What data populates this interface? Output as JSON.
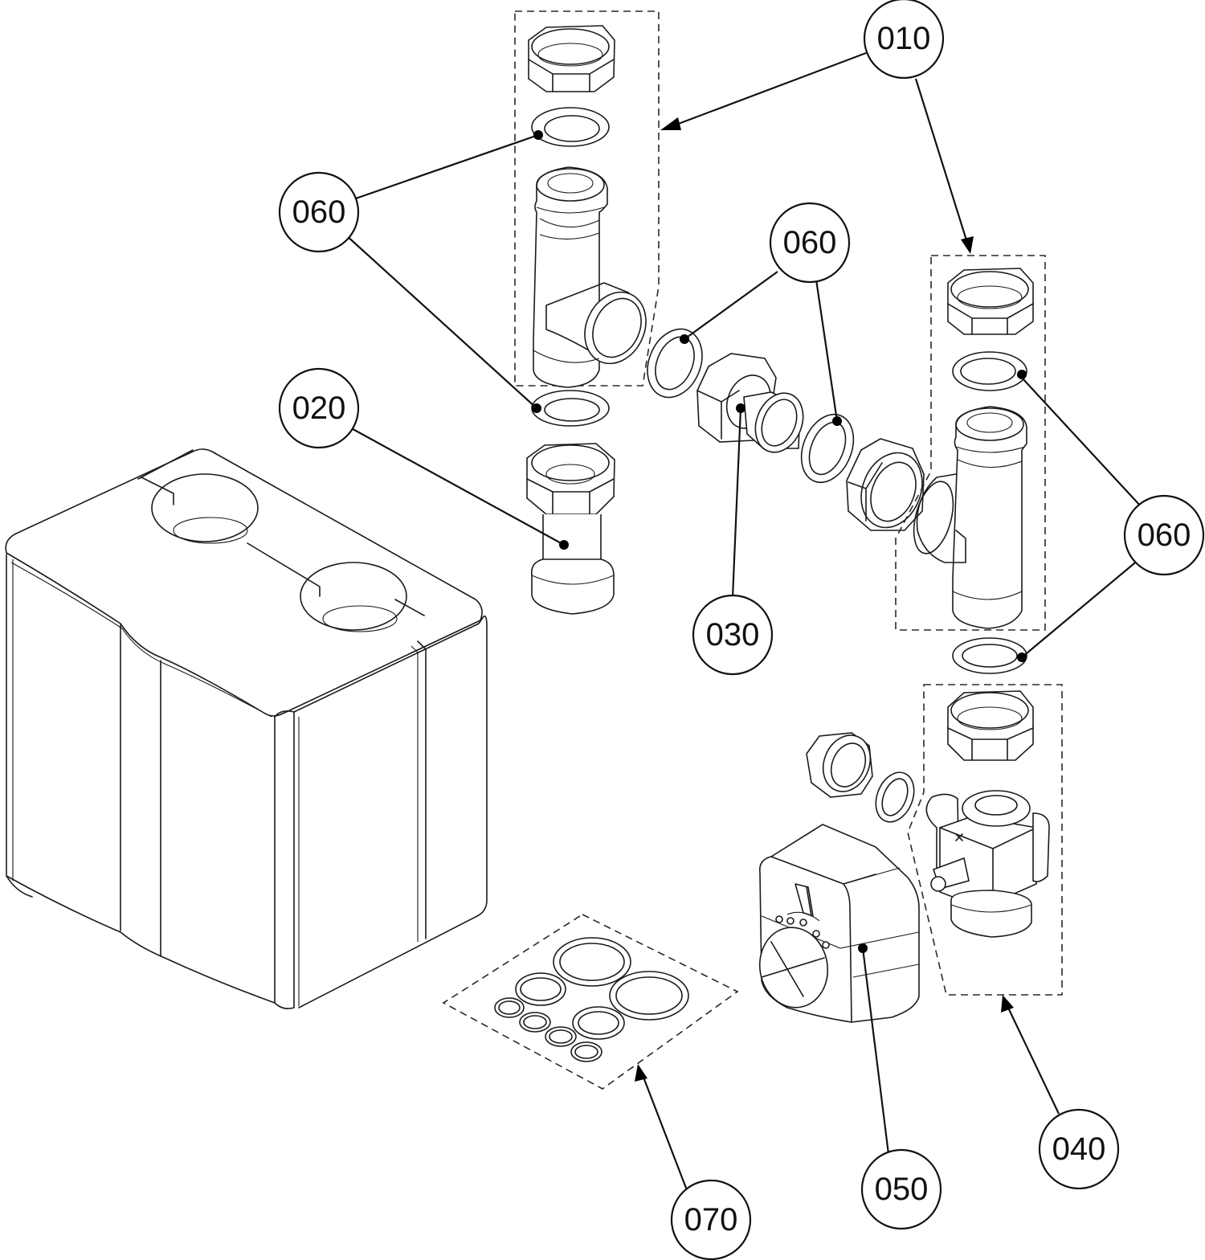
{
  "diagram": {
    "type": "exploded-parts-view",
    "colors": {
      "line": "#1a1a1a",
      "background": "#ffffff"
    },
    "callouts": [
      {
        "id": "c010",
        "label": "010",
        "part": "tee-fitting-assembly",
        "targets": 2
      },
      {
        "id": "c020",
        "label": "020",
        "part": "straight-union-fitting"
      },
      {
        "id": "c030",
        "label": "030",
        "part": "union-nipple"
      },
      {
        "id": "c040",
        "label": "040",
        "part": "mixing-valve-assembly"
      },
      {
        "id": "c050",
        "label": "050",
        "part": "valve-actuator"
      },
      {
        "id": "c060a",
        "label": "060",
        "part": "flat-gasket"
      },
      {
        "id": "c060b",
        "label": "060",
        "part": "flat-gasket"
      },
      {
        "id": "c060c",
        "label": "060",
        "part": "flat-gasket"
      },
      {
        "id": "c060d",
        "label": "060",
        "part": "flat-gasket"
      },
      {
        "id": "c070",
        "label": "070",
        "part": "o-ring-set"
      }
    ],
    "parts": [
      "insulation-shell",
      "tee-fitting-left",
      "tee-fitting-right",
      "straight-fitting",
      "union-nipple",
      "union-nut",
      "mixing-valve",
      "actuator",
      "o-ring-kit"
    ]
  }
}
